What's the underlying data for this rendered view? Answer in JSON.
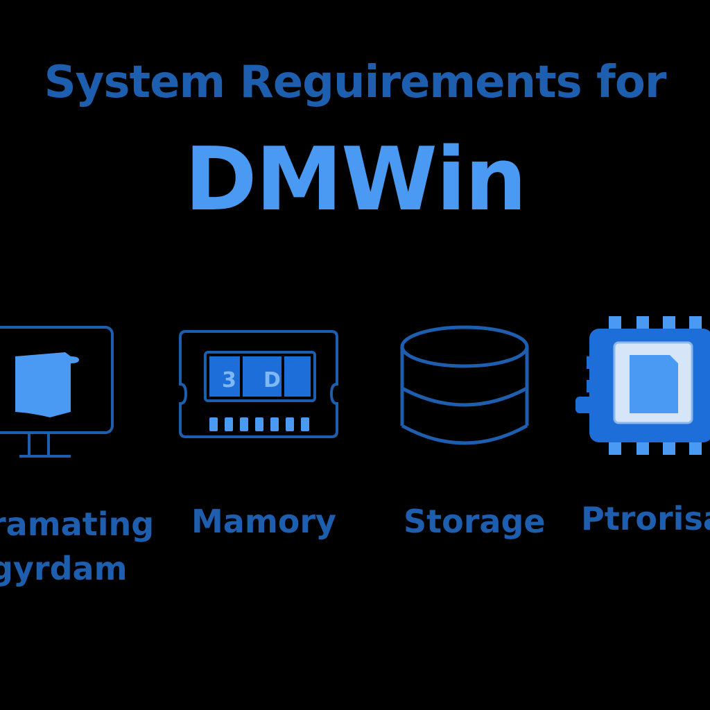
{
  "title": {
    "line1": "System Reguirements for",
    "line2": "DMWin"
  },
  "requirements": [
    {
      "icon": "monitor-icon",
      "label_lines": [
        "ramating",
        "gyrdam"
      ]
    },
    {
      "icon": "memory-icon",
      "label": "Mamory"
    },
    {
      "icon": "storage-icon",
      "label": "Storage"
    },
    {
      "icon": "processor-icon",
      "label": "Ptrorisat"
    }
  ],
  "colors": {
    "background": "#000000",
    "accent_light": "#4a9af3",
    "accent_dark": "#1d5fae"
  }
}
